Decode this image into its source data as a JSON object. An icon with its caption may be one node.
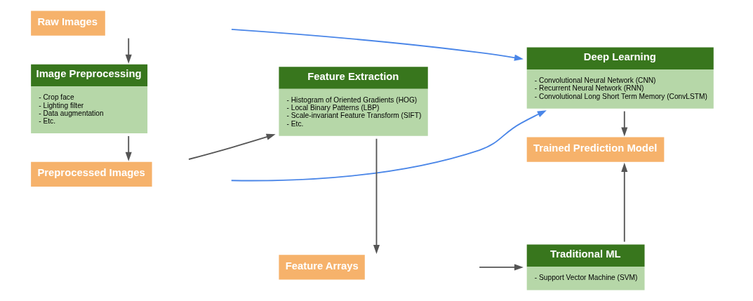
{
  "diagram": {
    "nodes": [
      {
        "text": [
          "Raw Images"
        ]
      },
      {
        "text": [
          "Image Preprocessing",
          "- Crop face",
          "- Lighting filter",
          "- Data augmentation",
          "- Etc."
        ]
      },
      {
        "text": [
          "Preprocessed Images"
        ]
      },
      {
        "text": [
          "Feature Arrays"
        ]
      },
      {
        "text": [
          "Feature Extraction",
          "- Histogram of Oriented Gradients (HOG)",
          "- Local Binary Patterns (LBP)",
          "- Scale-invariant Feature Transform (SIFT)",
          "- Etc."
        ]
      },
      {
        "text": [
          "Deep Learning",
          "- Convolutional Neural Network (CNN)",
          "- Recurrent Neural Network (RNN)",
          "- Convolutional Long Short Term Memory (ConvLSTM)"
        ]
      },
      {
        "text": [
          "Trained Prediction Model"
        ]
      },
      {
        "text": [
          "Traditional ML",
          "- Support Vector Machine (SVM)"
        ]
      }
    ],
    "edges": [
      {
        "from": 0,
        "to": 1,
        "arrow": "to"
      },
      {
        "from": 1,
        "to": 2,
        "arrow": "to"
      },
      {
        "from": 2,
        "to": 4,
        "arrow": "to"
      },
      {
        "from": 4,
        "to": 3,
        "arrow": "to"
      },
      {
        "from": 3,
        "to": 7,
        "arrow": "to"
      },
      {
        "from": 7,
        "to": 6,
        "arrow": "to"
      },
      {
        "from": 5,
        "to": 6,
        "arrow": "to"
      },
      {
        "from": 0,
        "to": 5,
        "arrow": "to",
        "color": "#4a86e8"
      },
      {
        "from": 2,
        "to": 5,
        "arrow": "to",
        "color": "#4a86e8"
      }
    ]
  }
}
